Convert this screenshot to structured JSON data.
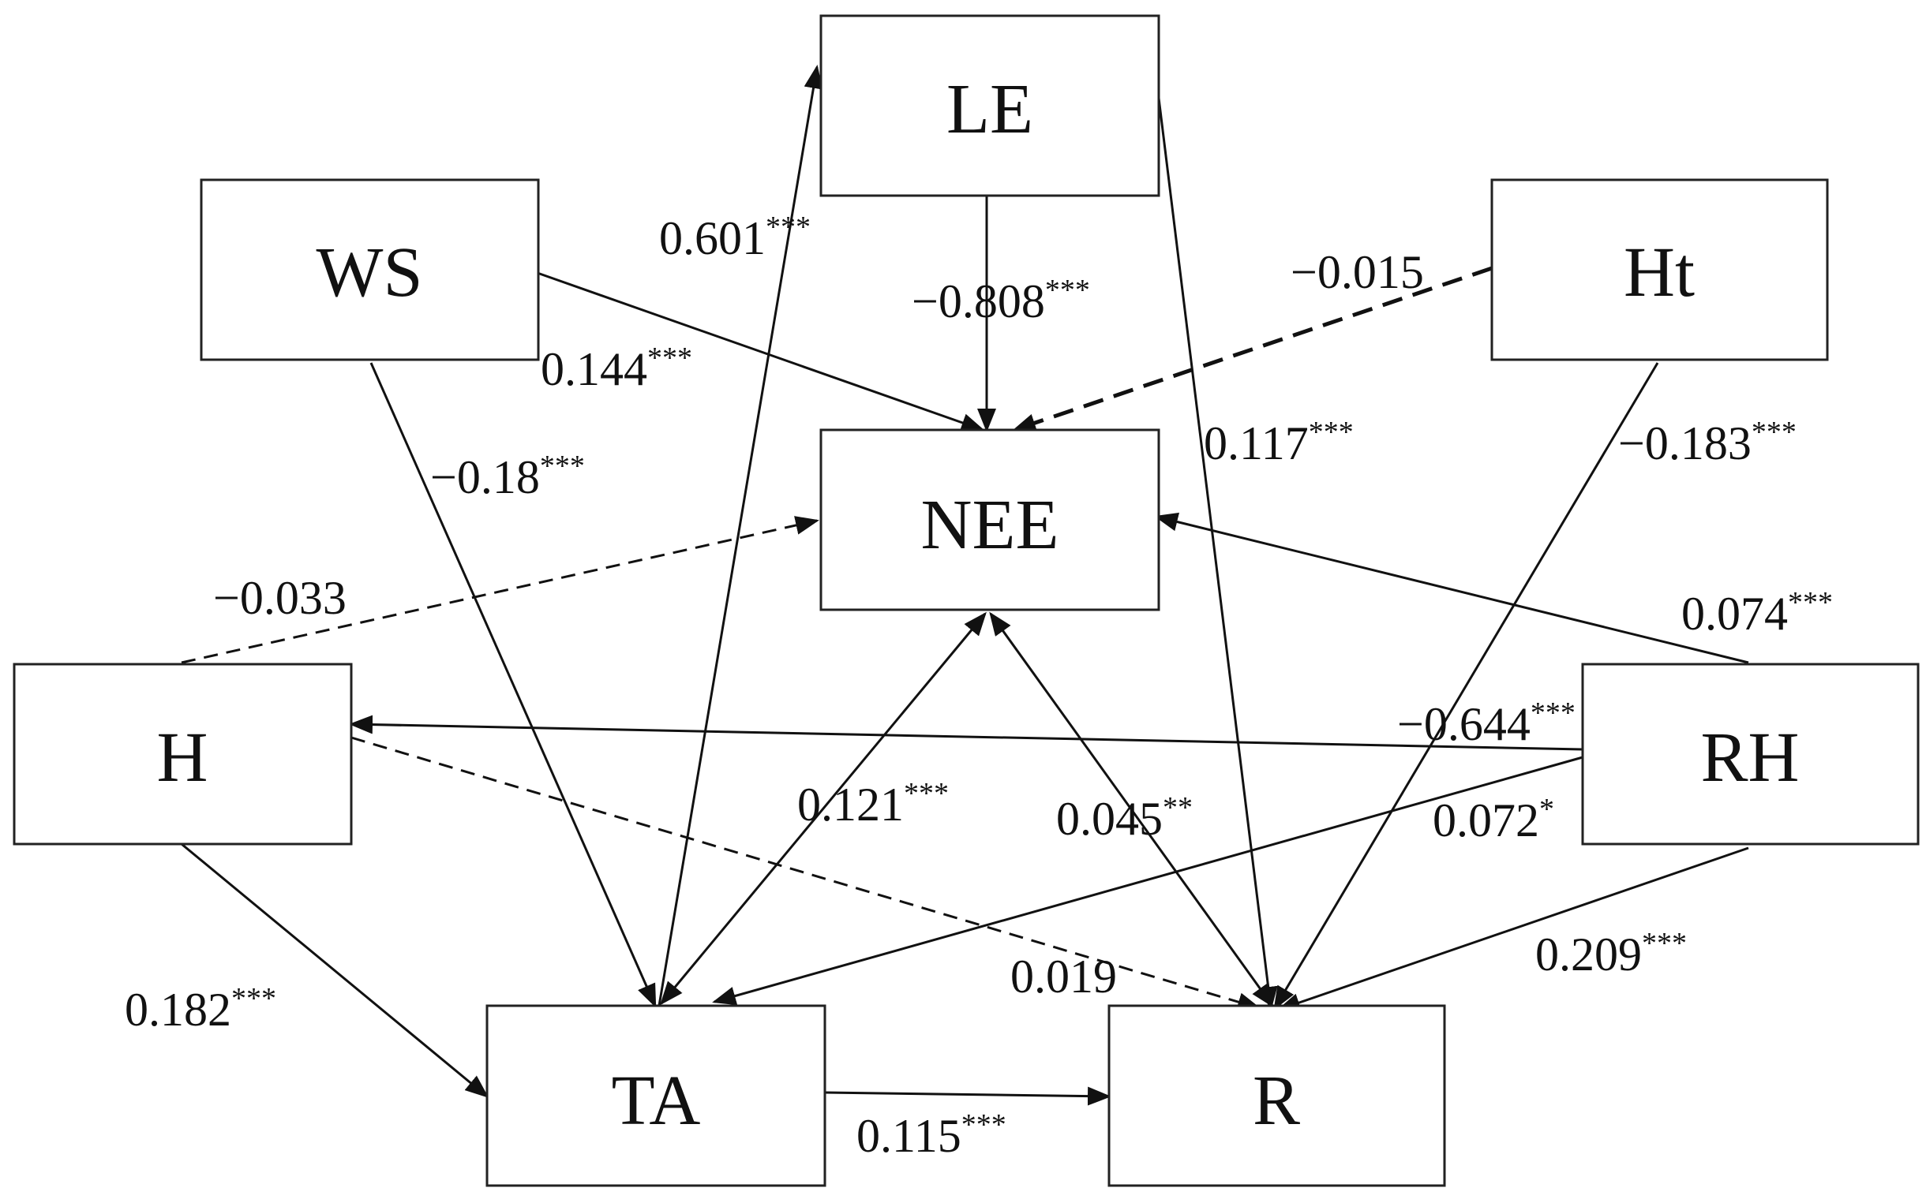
{
  "nodes": {
    "LE": "LE",
    "WS": "WS",
    "Ht": "Ht",
    "NEE": "NEE",
    "H": "H",
    "RH": "RH",
    "TA": "TA",
    "R": "R"
  },
  "coefficients": {
    "ta_le": {
      "value": "0.601",
      "sig": "***"
    },
    "le_nee": {
      "value": "−0.808",
      "sig": "***"
    },
    "ht_nee": {
      "value": "−0.015",
      "sig": ""
    },
    "ws_nee": {
      "value": "0.144",
      "sig": "***"
    },
    "le_r": {
      "value": "0.117",
      "sig": "***"
    },
    "ht_r": {
      "value": "−0.183",
      "sig": "***"
    },
    "ws_ta": {
      "value": "−0.18",
      "sig": "***"
    },
    "h_nee": {
      "value": "−0.033",
      "sig": ""
    },
    "rh_nee": {
      "value": "0.074",
      "sig": "***"
    },
    "rh_h": {
      "value": "−0.644",
      "sig": "***"
    },
    "ta_nee": {
      "value": "0.121",
      "sig": "***"
    },
    "r_nee": {
      "value": "0.045",
      "sig": "**"
    },
    "rh_ta": {
      "value": "0.072",
      "sig": "*"
    },
    "h_ta": {
      "value": "0.182",
      "sig": "***"
    },
    "h_r": {
      "value": "0.019",
      "sig": ""
    },
    "rh_r": {
      "value": "0.209",
      "sig": "***"
    },
    "ta_r": {
      "value": "0.115",
      "sig": "***"
    }
  },
  "colors": {
    "stroke": "#111111",
    "box_fill": "#ffffff"
  }
}
